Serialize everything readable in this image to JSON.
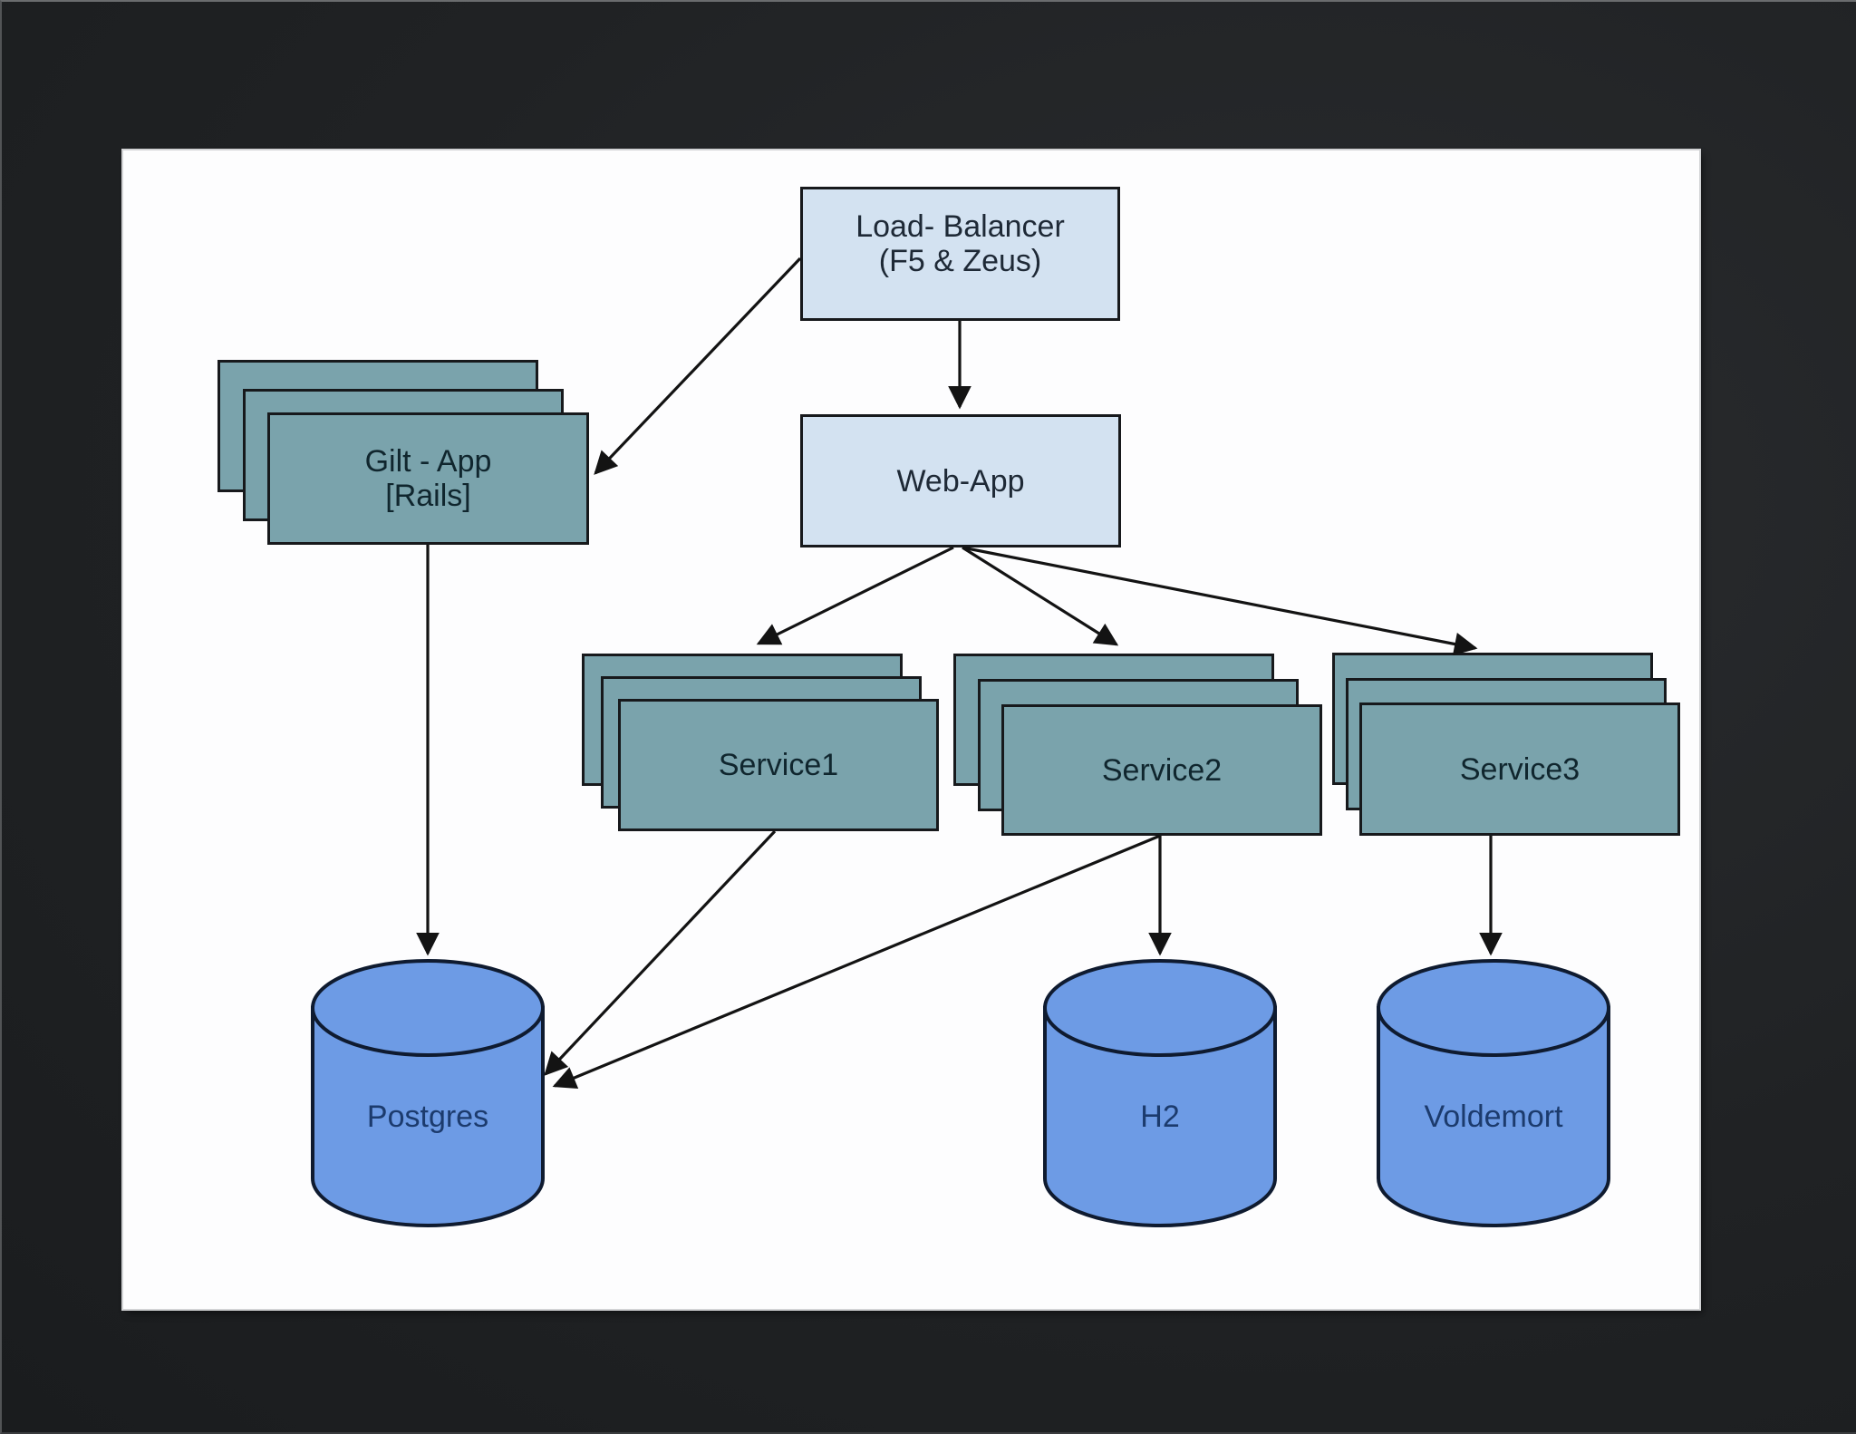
{
  "nodes": {
    "load_balancer": {
      "lines": [
        "Load- Balancer",
        "(F5 & Zeus)"
      ]
    },
    "web_app": {
      "label": "Web-App"
    },
    "gilt_app": {
      "lines": [
        "Gilt - App",
        "[Rails]"
      ]
    },
    "service1": {
      "label": "Service1"
    },
    "service2": {
      "label": "Service2"
    },
    "service3": {
      "label": "Service3"
    },
    "postgres": {
      "label": "Postgres"
    },
    "h2": {
      "label": "H2"
    },
    "voldemort": {
      "label": "Voldemort"
    }
  },
  "edges": [
    {
      "from": "load_balancer",
      "to": "gilt_app"
    },
    {
      "from": "load_balancer",
      "to": "web_app"
    },
    {
      "from": "web_app",
      "to": "service1"
    },
    {
      "from": "web_app",
      "to": "service2"
    },
    {
      "from": "web_app",
      "to": "service3"
    },
    {
      "from": "gilt_app",
      "to": "postgres"
    },
    {
      "from": "service1",
      "to": "postgres"
    },
    {
      "from": "service2",
      "to": "postgres"
    },
    {
      "from": "service2",
      "to": "h2"
    },
    {
      "from": "service3",
      "to": "voldemort"
    }
  ],
  "colors": {
    "page_bg": "#202224",
    "slide_bg": "#fdfdfe",
    "box_light_fill": "#d3e2f1",
    "box_teal_fill": "#7aa3ac",
    "cylinder_fill": "#6d9be5",
    "box_border": "#17191c",
    "cylinder_border": "#0f1b30",
    "edge_line": "#131313",
    "box_light_text": "#1e2936",
    "box_teal_text": "#10262e",
    "cylinder_text": "#1c3b6d"
  }
}
